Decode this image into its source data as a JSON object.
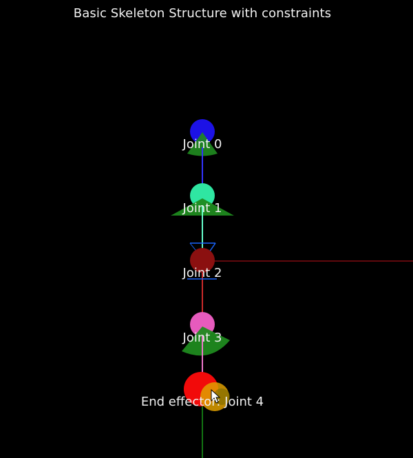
{
  "title": "Basic Skeleton Structure with constraints",
  "joints": [
    {
      "label": "Joint 0",
      "color": "#1c12e6",
      "constraint": "cone"
    },
    {
      "label": "Joint 1",
      "color": "#2fe6a2",
      "constraint": "wide-cone"
    },
    {
      "label": "Joint 2",
      "color": "#8b1010",
      "constraint": "hinge"
    },
    {
      "label": "Joint 3",
      "color": "#e65bbd",
      "constraint": "fan"
    },
    {
      "label": "End effector: Joint 4",
      "color": "#f20a0a",
      "constraint": "none"
    }
  ],
  "target": {
    "color": "#e0a000"
  },
  "colors": {
    "background": "#000000",
    "constraint": "#1f8a1f",
    "axis_x": "#c0121a",
    "axis_y": "#1fc21f",
    "bone_0": "#3333ff",
    "bone_1": "#66ffcc",
    "bone_2": "#cc2a2a",
    "bone_3": "#ee77cc",
    "hinge": "#1a66ff"
  }
}
